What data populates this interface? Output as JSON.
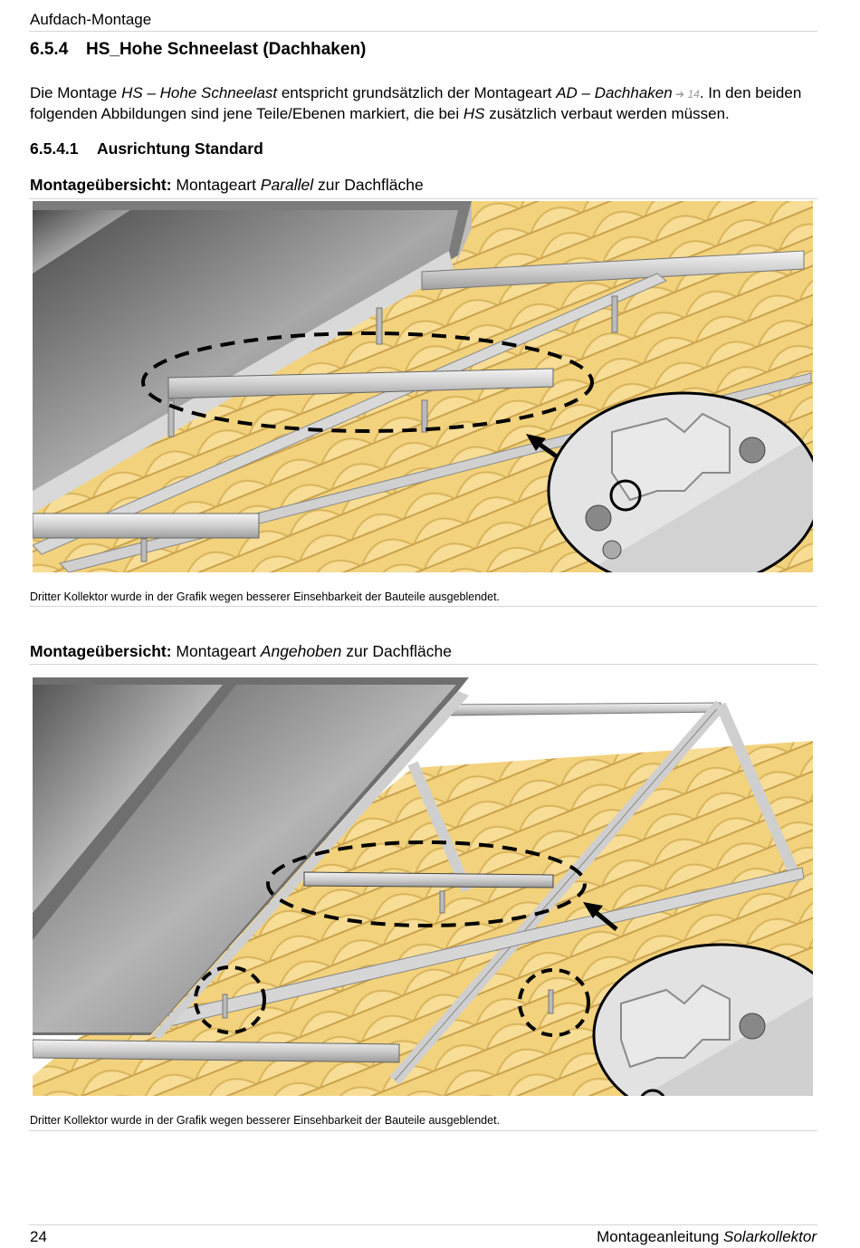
{
  "header": {
    "section": "Aufdach-Montage"
  },
  "heading": {
    "number": "6.5.4",
    "title": "HS_Hohe Schneelast (Dachhaken)"
  },
  "intro": {
    "t1": "Die Montage ",
    "i1": "HS – Hohe Schneelast",
    "t2": " entspricht grundsätzlich der Montageart ",
    "i2": "AD – Dachhaken",
    "xref_arrow": " ➔ ",
    "xref_page": "14",
    "t3": ". In den beiden folgenden Abbildungen sind jene Teile/Ebenen markiert, die bei ",
    "i3": "HS",
    "t4": " zusätzlich verbaut werden müssen."
  },
  "subheading": {
    "number": "6.5.4.1",
    "title": "Ausrichtung Standard"
  },
  "figure1": {
    "label": "Montageübersicht:",
    "text": " Montageart ",
    "mode": "Parallel",
    "suffix": " zur Dachfläche",
    "note": "Dritter Kollektor wurde in der Grafik wegen besserer Einsehbarkeit der Bauteile ausgeblendet."
  },
  "figure2": {
    "label": "Montageübersicht:",
    "text": " Montageart ",
    "mode": "Angehoben",
    "suffix": " zur Dachfläche",
    "note": "Dritter Kollektor wurde in der Grafik wegen besserer Einsehbarkeit der Bauteile ausgeblendet."
  },
  "footer": {
    "page": "24",
    "title_plain": "Montageanleitung ",
    "title_italic": "Solarkollektor"
  }
}
